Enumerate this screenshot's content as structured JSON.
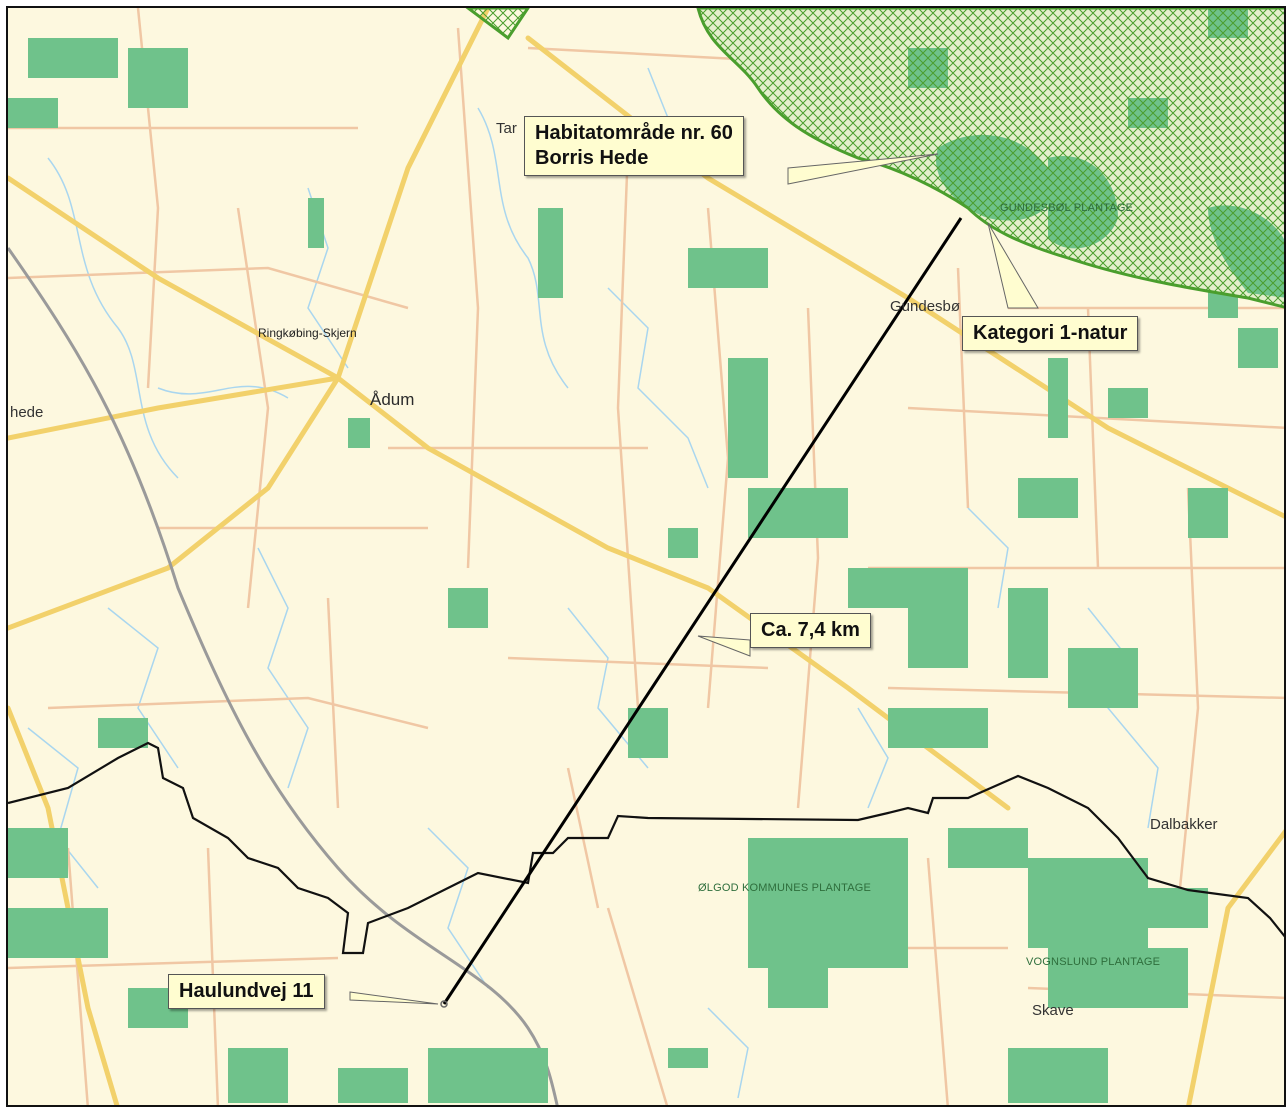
{
  "map": {
    "callouts": {
      "habitat": {
        "line1": "Habitatområde nr. 60",
        "line2": "Borris Hede"
      },
      "kategori": "Kategori 1-natur",
      "distance": "Ca. 7,4 km",
      "haulundvej": "Haulundvej 11"
    },
    "places": {
      "ringkobing": "Ringkøbing-Skjern",
      "adum": "Ådum",
      "hede": "hede",
      "tar": "Tar",
      "gundesb": "Gundesbø",
      "dalbakker": "Dalbakker",
      "skave": "Skave"
    },
    "forests": {
      "olgod": "ØLGOD KOMMUNES PLANTAGE",
      "vognslund": "VOGNSLUND PLANTAGE",
      "gundesbol": "GUNDESBØL PLANTAGE"
    },
    "colors": {
      "background": "#fdf8df",
      "forest": "#6fc28b",
      "road_major": "#f2d16b",
      "road_minor": "#f0c7a4",
      "stream": "#a9d6ef",
      "habitat_border": "#4a9e2d",
      "boundary": "#111111"
    }
  }
}
